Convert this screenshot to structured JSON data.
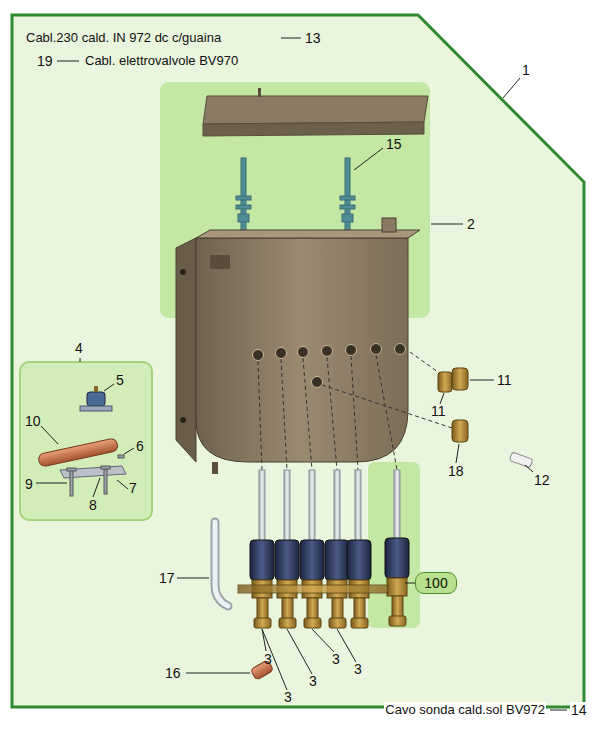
{
  "diagram": {
    "nodes": [
      {
        "text": [
          "100"
        ]
      }
    ],
    "labels": [
      "Cabl.230 cald. IN 972 dc c/guaina",
      "13",
      "19",
      "Cabl. elettrovalvole BV970",
      "1",
      "15",
      "2",
      "4",
      "5",
      "10",
      "6",
      "9",
      "7",
      "8",
      "11",
      "11",
      "18",
      "12",
      "17",
      "3",
      "3",
      "3",
      "3",
      "3",
      "16",
      "Cavo sonda cald.sol BV972",
      "14"
    ]
  }
}
